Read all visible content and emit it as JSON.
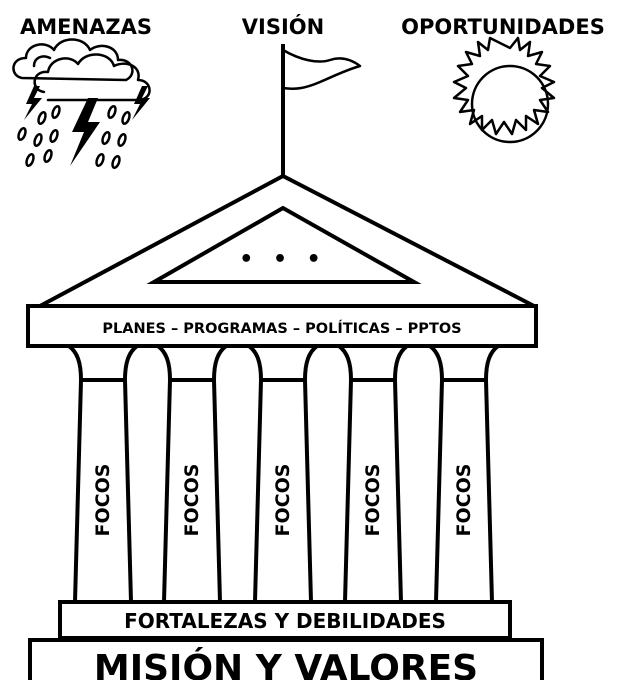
{
  "header": {
    "left": "AMENAZAS",
    "center": "VISIÓN",
    "right": "OPORTUNIDADES"
  },
  "icons": {
    "left": "storm-cloud-icon",
    "center": "flag-icon",
    "right": "sun-icon"
  },
  "pediment": {
    "dots": "• • •"
  },
  "entablature": {
    "label": "PLANES – PROGRAMAS – POLÍTICAS – PPTOS"
  },
  "columns": [
    {
      "label": "FOCOS"
    },
    {
      "label": "FOCOS"
    },
    {
      "label": "FOCOS"
    },
    {
      "label": "FOCOS"
    },
    {
      "label": "FOCOS"
    }
  ],
  "base": {
    "upper": "FORTALEZAS Y DEBILIDADES",
    "lower": "MISIÓN Y VALORES"
  },
  "colors": {
    "ink": "#000000",
    "paper": "#ffffff"
  }
}
